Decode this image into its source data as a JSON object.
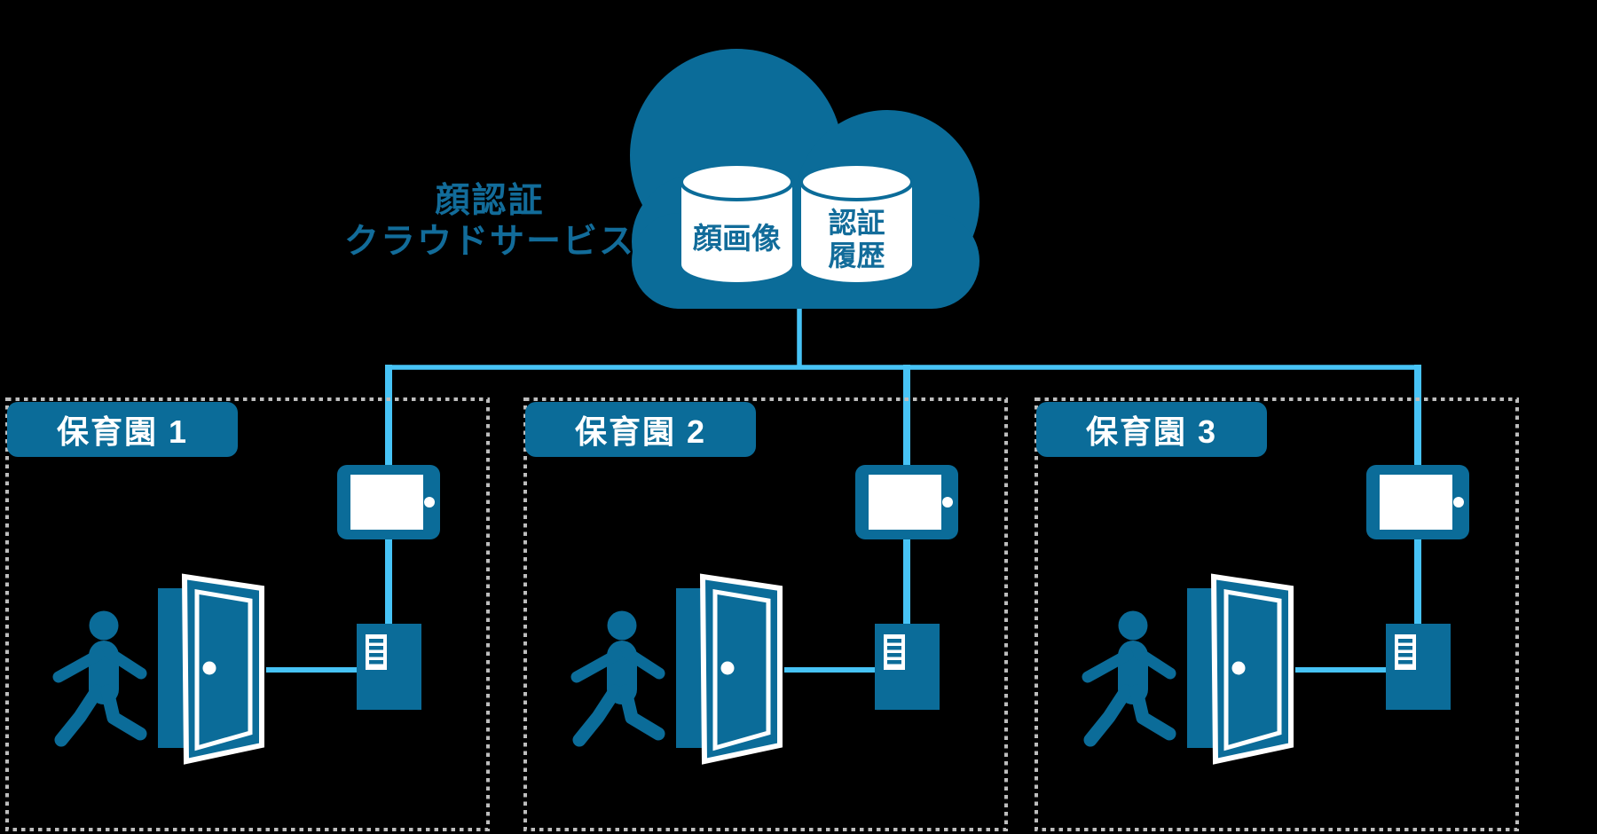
{
  "cloud": {
    "title": {
      "line1": "顔認証",
      "line2": "クラウドサービス"
    },
    "databases": {
      "face_image": {
        "label": "顔画像"
      },
      "auth_history": {
        "line1": "認証",
        "line2": "履歴"
      }
    }
  },
  "sites": [
    {
      "label": "保育園 1"
    },
    {
      "label": "保育園 2"
    },
    {
      "label": "保育園 3"
    }
  ],
  "colors": {
    "primary_blue": "#0B6C99",
    "connector_blue": "#47C3F6",
    "text_blue": "#126C9A",
    "box_border_gray": "#BDBDBD",
    "background": "#000000",
    "icon_white": "#FFFFFF"
  },
  "icons": {
    "cloud": "cloud-icon",
    "face_database": "database-cylinder-icon",
    "history_database": "database-cylinder-icon",
    "tablet": "tablet-icon",
    "door_controller": "door-controller-icon",
    "door": "open-door-icon",
    "person": "walking-person-icon"
  }
}
